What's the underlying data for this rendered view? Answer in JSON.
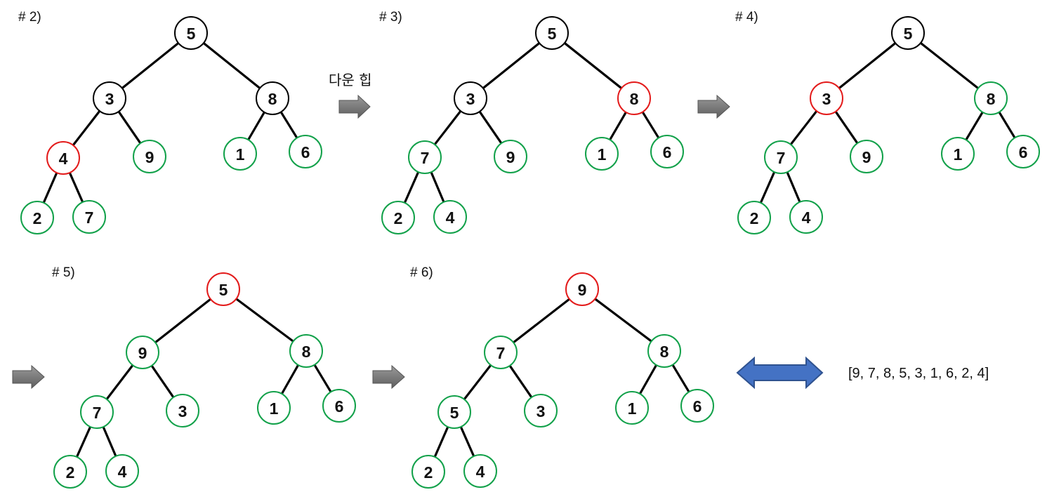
{
  "steps": [
    {
      "label": "# 2)",
      "nodes": [
        {
          "value": "5",
          "state": "default"
        },
        {
          "value": "3",
          "state": "default"
        },
        {
          "value": "8",
          "state": "default"
        },
        {
          "value": "4",
          "state": "active"
        },
        {
          "value": "9",
          "state": "done"
        },
        {
          "value": "1",
          "state": "done"
        },
        {
          "value": "6",
          "state": "done"
        },
        {
          "value": "2",
          "state": "done"
        },
        {
          "value": "7",
          "state": "done"
        }
      ]
    },
    {
      "label": "# 3)",
      "nodes": [
        {
          "value": "5",
          "state": "default"
        },
        {
          "value": "3",
          "state": "default"
        },
        {
          "value": "8",
          "state": "active"
        },
        {
          "value": "7",
          "state": "done"
        },
        {
          "value": "9",
          "state": "done"
        },
        {
          "value": "1",
          "state": "done"
        },
        {
          "value": "6",
          "state": "done"
        },
        {
          "value": "2",
          "state": "done"
        },
        {
          "value": "4",
          "state": "done"
        }
      ]
    },
    {
      "label": "# 4)",
      "nodes": [
        {
          "value": "5",
          "state": "default"
        },
        {
          "value": "3",
          "state": "active"
        },
        {
          "value": "8",
          "state": "done"
        },
        {
          "value": "7",
          "state": "done"
        },
        {
          "value": "9",
          "state": "done"
        },
        {
          "value": "1",
          "state": "done"
        },
        {
          "value": "6",
          "state": "done"
        },
        {
          "value": "2",
          "state": "done"
        },
        {
          "value": "4",
          "state": "done"
        }
      ]
    },
    {
      "label": "# 5)",
      "nodes": [
        {
          "value": "5",
          "state": "active"
        },
        {
          "value": "9",
          "state": "done"
        },
        {
          "value": "8",
          "state": "done"
        },
        {
          "value": "7",
          "state": "done"
        },
        {
          "value": "3",
          "state": "done"
        },
        {
          "value": "1",
          "state": "done"
        },
        {
          "value": "6",
          "state": "done"
        },
        {
          "value": "2",
          "state": "done"
        },
        {
          "value": "4",
          "state": "done"
        }
      ]
    },
    {
      "label": "# 6)",
      "nodes": [
        {
          "value": "9",
          "state": "active"
        },
        {
          "value": "7",
          "state": "done"
        },
        {
          "value": "8",
          "state": "done"
        },
        {
          "value": "5",
          "state": "done"
        },
        {
          "value": "3",
          "state": "done"
        },
        {
          "value": "1",
          "state": "done"
        },
        {
          "value": "6",
          "state": "done"
        },
        {
          "value": "2",
          "state": "done"
        },
        {
          "value": "4",
          "state": "done"
        }
      ]
    }
  ],
  "caption": "다운 힙",
  "result_array": "[9, 7, 8, 5, 3, 1, 6, 2, 4]",
  "colors": {
    "default": "#000000",
    "active": "#e31b1b",
    "done": "#12a14a",
    "gray_arrow": "#7f7f7f",
    "blue_arrow": "#4472c4",
    "blue_arrow_border": "#2f528f"
  },
  "icons": [
    "right-arrow-icon",
    "double-arrow-icon"
  ]
}
